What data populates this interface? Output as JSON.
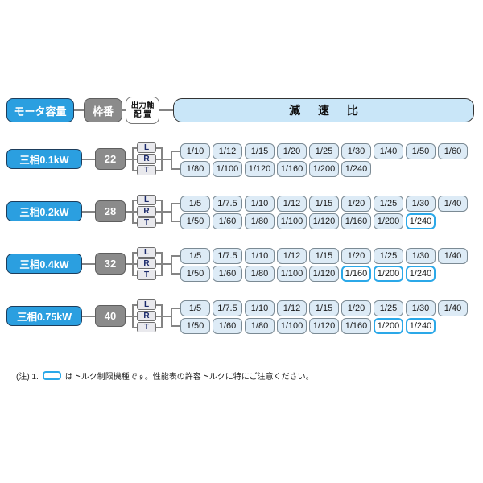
{
  "header": {
    "motor_capacity_label": "モータ容量",
    "frame_label": "枠番",
    "output_shaft_line1": "出力軸",
    "output_shaft_line2": "配 置",
    "reduction_ratio_label": "減 速 比"
  },
  "rows": [
    {
      "motor": "三相0.1kW",
      "frame": "22",
      "shaft_options": [
        "L",
        "R",
        "T"
      ],
      "ratios_top": [
        "1/10",
        "1/12",
        "1/15",
        "1/20",
        "1/25",
        "1/30",
        "1/40",
        "1/50",
        "1/60"
      ],
      "ratios_bottom": [
        "1/80",
        "1/100",
        "1/120",
        "1/160",
        "1/200",
        "1/240"
      ],
      "highlighted_bottom": []
    },
    {
      "motor": "三相0.2kW",
      "frame": "28",
      "shaft_options": [
        "L",
        "R",
        "T"
      ],
      "ratios_top": [
        "1/5",
        "1/7.5",
        "1/10",
        "1/12",
        "1/15",
        "1/20",
        "1/25",
        "1/30",
        "1/40"
      ],
      "ratios_bottom": [
        "1/50",
        "1/60",
        "1/80",
        "1/100",
        "1/120",
        "1/160",
        "1/200",
        "1/240"
      ],
      "highlighted_bottom": [
        "1/240"
      ]
    },
    {
      "motor": "三相0.4kW",
      "frame": "32",
      "shaft_options": [
        "L",
        "R",
        "T"
      ],
      "ratios_top": [
        "1/5",
        "1/7.5",
        "1/10",
        "1/12",
        "1/15",
        "1/20",
        "1/25",
        "1/30",
        "1/40"
      ],
      "ratios_bottom": [
        "1/50",
        "1/60",
        "1/80",
        "1/100",
        "1/120",
        "1/160",
        "1/200",
        "1/240"
      ],
      "highlighted_bottom": [
        "1/160",
        "1/200",
        "1/240"
      ]
    },
    {
      "motor": "三相0.75kW",
      "frame": "40",
      "shaft_options": [
        "L",
        "R",
        "T"
      ],
      "ratios_top": [
        "1/5",
        "1/7.5",
        "1/10",
        "1/12",
        "1/15",
        "1/20",
        "1/25",
        "1/30",
        "1/40"
      ],
      "ratios_bottom": [
        "1/50",
        "1/60",
        "1/80",
        "1/100",
        "1/120",
        "1/160",
        "1/200",
        "1/240"
      ],
      "highlighted_bottom": [
        "1/200",
        "1/240"
      ]
    }
  ],
  "note": {
    "prefix": "(注) 1.",
    "text": "はトルク制限機種です。性能表の許容トルクに特にご注意ください。"
  },
  "colors": {
    "accent_blue": "#2B9FE0",
    "highlight_border": "#2BA8E8",
    "gray_box": "#8B8B8B",
    "ratio_fill": "#DDEBF6",
    "header_bar_fill": "#C9E6F8",
    "line_gray": "#848484"
  }
}
